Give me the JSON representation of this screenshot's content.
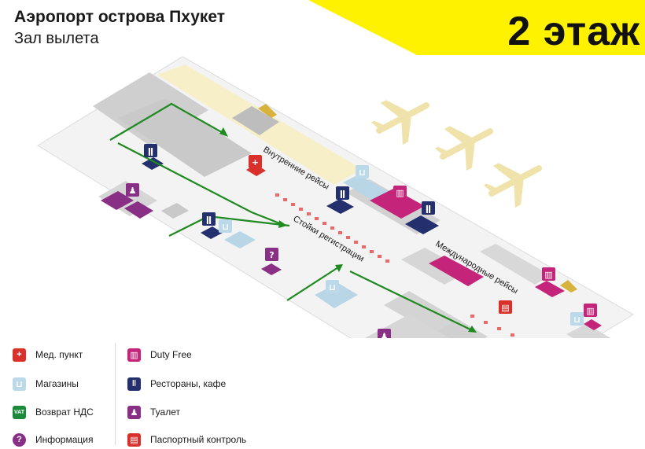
{
  "header": {
    "title": "Аэропорт острова Пхукет",
    "subtitle": "Зал вылета",
    "floor": "2 этаж"
  },
  "map_labels": {
    "domestic": "Внутренние рейсы",
    "checkin": "Стойки регистрации",
    "international": "Международные рейсы"
  },
  "legend": [
    {
      "key": "medical",
      "label": "Мед. пункт",
      "color": "#d9302c",
      "glyph": "+"
    },
    {
      "key": "duty_free",
      "label": "Duty Free",
      "color": "#c4257a",
      "glyph": "▥"
    },
    {
      "key": "shops",
      "label": "Магазины",
      "color": "#bcd9ea",
      "glyph": "⊔"
    },
    {
      "key": "restaurants",
      "label": "Рестораны, кафе",
      "color": "#24306e",
      "glyph": "ǁ"
    },
    {
      "key": "vat",
      "label": "Возврат НДС",
      "color": "#1b8a3a",
      "glyph": "VAT"
    },
    {
      "key": "toilet",
      "label": "Туалет",
      "color": "#8a2f86",
      "glyph": "♟"
    },
    {
      "key": "info",
      "label": "Информация",
      "color": "#8a2f86",
      "glyph": "?"
    },
    {
      "key": "passport",
      "label": "Паспортный контроль",
      "color": "#d9302c",
      "glyph": "▤"
    }
  ],
  "colors": {
    "accent_yellow": "#fff200",
    "route_green": "#1f8a1f",
    "domestic_zone": "#f7efc8",
    "building": "#cfcfcf",
    "floor": "#f2f2f2"
  },
  "icons": {
    "airplane": "airplane-icon"
  }
}
